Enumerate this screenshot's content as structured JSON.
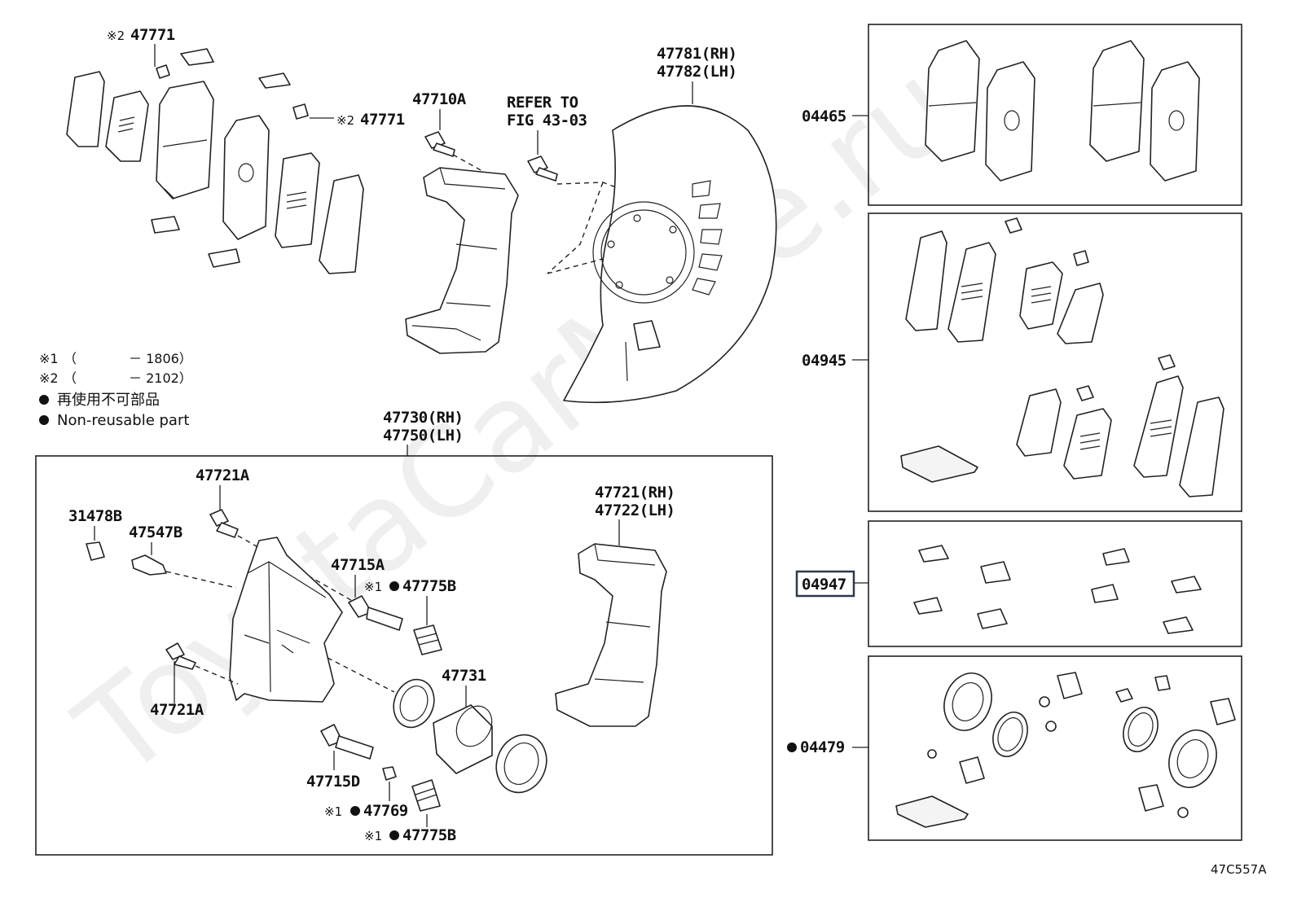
{
  "diagram_code": "47C557A",
  "watermark": "ToyotaCarMine.ru",
  "legend": {
    "note1_mark": "※1",
    "note1_range": "（　　　　－ 1806）",
    "note2_mark": "※2",
    "note2_range": "（　　　　－ 2102）",
    "nonreusable_jp": "再使用不可部品",
    "nonreusable_en": "Non-reusable part"
  },
  "labels": {
    "p47771_top": "47771",
    "p47771_mid": "47771",
    "p47710A": "47710A",
    "refer_line1": "REFER TO",
    "refer_line2": "FIG 43-03",
    "p47781": "47781(RH)",
    "p47782": "47782(LH)",
    "p47730": "47730(RH)",
    "p47750": "47750(LH)",
    "p47721A_top": "47721A",
    "p31478B": "31478B",
    "p47547B": "47547B",
    "p47715A": "47715A",
    "p47775B_top": "47775B",
    "p47721": "47721(RH)",
    "p47722": "47722(LH)",
    "p47731": "47731",
    "p47721A_bot": "47721A",
    "p47715D": "47715D",
    "p47769": "47769",
    "p47775B_bot": "47775B",
    "p04465": "04465",
    "p04945": "04945",
    "p04947": "04947",
    "p04479": "04479"
  },
  "marks": {
    "note1": "※1",
    "note2": "※2"
  }
}
